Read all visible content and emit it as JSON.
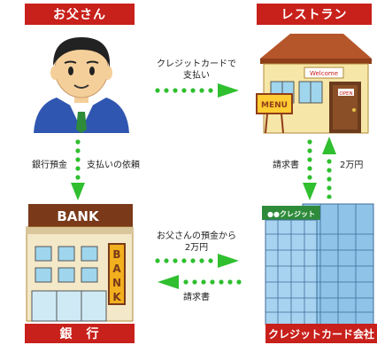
{
  "nodes": {
    "father": "お父さん",
    "restaurant": "レストラン",
    "bank": "銀　行",
    "card_company": "クレジットカード会社"
  },
  "signs": {
    "restaurant_welcome": "Welcome",
    "restaurant_door": "OPEN",
    "restaurant_menu": "MENU",
    "bank_name": "BANK",
    "bank_vertical": [
      "B",
      "A",
      "N",
      "K"
    ],
    "card_company_sign": "●●クレジット"
  },
  "flows": {
    "father_to_restaurant": [
      "クレジットカードで",
      "支払い"
    ],
    "father_to_bank_left": "銀行預金",
    "father_to_bank_right": "支払いの依頼",
    "restaurant_to_card": "請求書",
    "card_to_restaurant": "2万円",
    "bank_to_card": [
      "お父さんの預金から",
      "2万円"
    ],
    "card_to_bank": "請求書"
  },
  "colors": {
    "label_red": "#c8201b",
    "arrow_green": "#2fbf2f"
  }
}
